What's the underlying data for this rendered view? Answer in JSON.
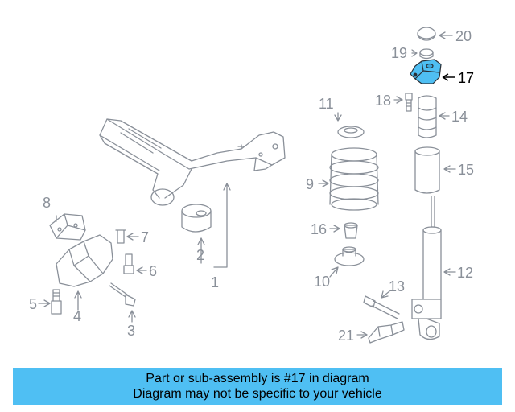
{
  "callouts": {
    "c1": "1",
    "c2": "2",
    "c3": "3",
    "c4": "4",
    "c5": "5",
    "c6": "6",
    "c7": "7",
    "c8": "8",
    "c9": "9",
    "c10": "10",
    "c11": "11",
    "c12": "12",
    "c13": "13",
    "c14": "14",
    "c15": "15",
    "c16": "16",
    "c17": "17",
    "c18": "18",
    "c19": "19",
    "c20": "20",
    "c21": "21"
  },
  "highlight": {
    "part": "17",
    "color": "#4fbff3"
  },
  "colors": {
    "line": "#8a9099",
    "banner": "#4fbff3"
  },
  "banner": {
    "line1": "Part or sub-assembly is #17 in diagram",
    "line2": "Diagram may not be specific to your vehicle"
  }
}
